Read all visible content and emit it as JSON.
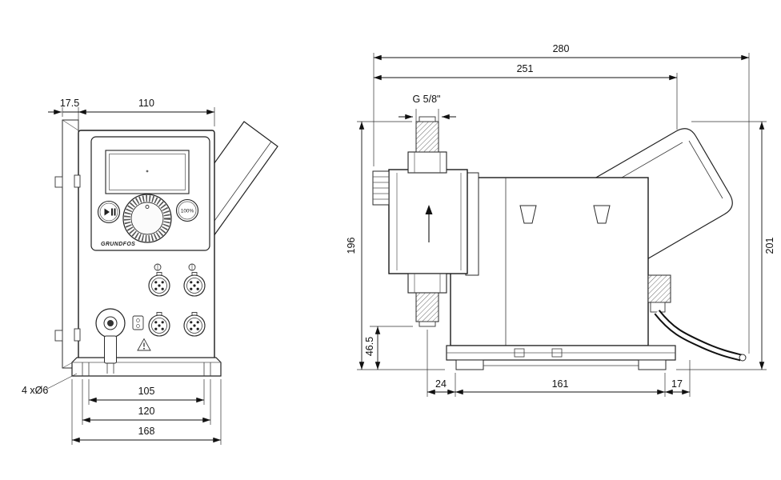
{
  "drawing": {
    "brand": "GRUNDFOS",
    "front_view": {
      "dim_offset": "17.5",
      "dim_width_top": "110",
      "dim_base_inner": "105",
      "dim_base_mid": "120",
      "dim_base_outer": "168",
      "label_holes": "4 xØ6",
      "button_right": "100%"
    },
    "side_view": {
      "dim_total_length": "280",
      "dim_body_length": "251",
      "label_thread": "G 5/8\"",
      "dim_height_left": "196",
      "dim_height_right": "201",
      "dim_valve_height": "46.5",
      "dim_bottom_left": "24",
      "dim_bottom_mid": "161",
      "dim_bottom_right": "17"
    }
  }
}
